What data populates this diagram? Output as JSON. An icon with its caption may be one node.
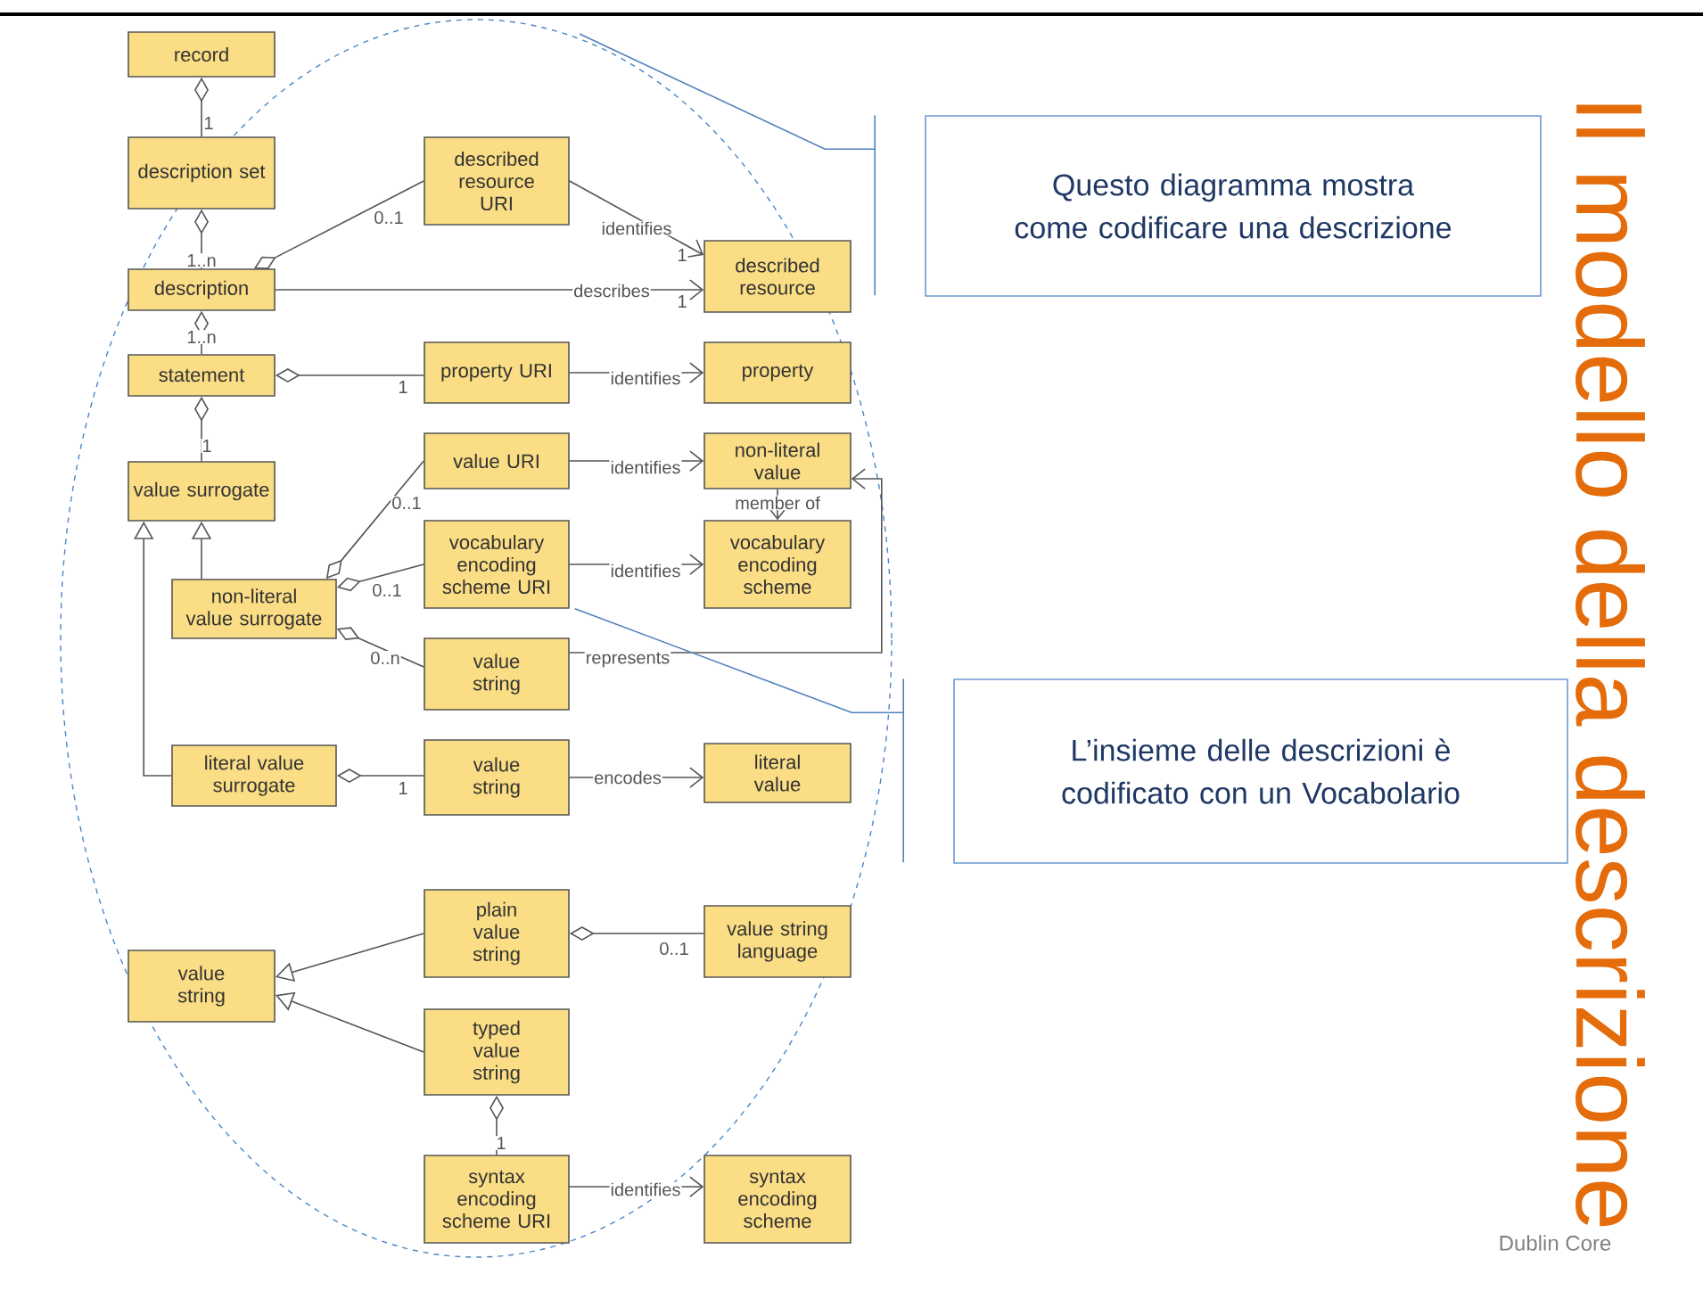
{
  "diagram": {
    "title": "Il modello della descrizione",
    "nodes": [
      {
        "text": [
          "record"
        ]
      },
      {
        "text": [
          "description set"
        ]
      },
      {
        "text": [
          "described resource URI"
        ]
      },
      {
        "text": [
          "described resource"
        ]
      },
      {
        "text": [
          "description"
        ]
      },
      {
        "text": [
          "statement"
        ]
      },
      {
        "text": [
          "property URI"
        ]
      },
      {
        "text": [
          "property"
        ]
      },
      {
        "text": [
          "value surrogate"
        ]
      },
      {
        "text": [
          "value URI"
        ]
      },
      {
        "text": [
          "non-literal value"
        ]
      },
      {
        "text": [
          "vocabulary encoding scheme URI"
        ]
      },
      {
        "text": [
          "vocabulary encoding scheme"
        ]
      },
      {
        "text": [
          "non-literal value surrogate"
        ]
      },
      {
        "text": [
          "value string"
        ]
      },
      {
        "text": [
          "literal value surrogate"
        ]
      },
      {
        "text": [
          "value string"
        ]
      },
      {
        "text": [
          "literal value"
        ]
      },
      {
        "text": [
          "value string"
        ]
      },
      {
        "text": [
          "plain value string"
        ]
      },
      {
        "text": [
          "value string language"
        ]
      },
      {
        "text": [
          "typed value string"
        ]
      },
      {
        "text": [
          "syntax encoding scheme URI"
        ]
      },
      {
        "text": [
          "syntax encoding scheme"
        ]
      },
      {
        "text": [
          "Questo diagramma mostra come codificare una descrizione"
        ]
      },
      {
        "text": [
          "L’insieme delle descrizioni è codificato con un Vocabolario"
        ]
      }
    ],
    "edges": [
      {
        "from": 0,
        "to": 1,
        "arrow": "other",
        "label": "1"
      },
      {
        "from": 1,
        "to": 4,
        "arrow": "other",
        "label": "1..n"
      },
      {
        "from": 4,
        "to": 2,
        "arrow": "other",
        "label": "0..1"
      },
      {
        "from": 2,
        "to": 3,
        "arrow": "to",
        "label": "identifies"
      },
      {
        "from": 4,
        "to": 3,
        "arrow": "to",
        "label": "describes"
      },
      {
        "from": 4,
        "to": 5,
        "arrow": "other",
        "label": "1..n"
      },
      {
        "from": 5,
        "to": 6,
        "arrow": "other",
        "label": "1"
      },
      {
        "from": 6,
        "to": 7,
        "arrow": "to",
        "label": "identifies"
      },
      {
        "from": 5,
        "to": 8,
        "arrow": "other",
        "label": "1"
      },
      {
        "from": 13,
        "to": 8,
        "arrow": "to"
      },
      {
        "from": 15,
        "to": 8,
        "arrow": "to"
      },
      {
        "from": 13,
        "to": 9,
        "arrow": "other",
        "label": "0..1"
      },
      {
        "from": 9,
        "to": 10,
        "arrow": "to",
        "label": "identifies"
      },
      {
        "from": 10,
        "to": 12,
        "arrow": "to",
        "label": "member of"
      },
      {
        "from": 13,
        "to": 11,
        "arrow": "other",
        "label": "0..1"
      },
      {
        "from": 11,
        "to": 12,
        "arrow": "to",
        "label": "identifies"
      },
      {
        "from": 13,
        "to": 14,
        "arrow": "other",
        "label": "0..n"
      },
      {
        "from": 14,
        "to": 10,
        "arrow": "to",
        "label": "represents"
      },
      {
        "from": 15,
        "to": 16,
        "arrow": "other",
        "label": "1"
      },
      {
        "from": 16,
        "to": 17,
        "arrow": "to",
        "label": "encodes"
      },
      {
        "from": 19,
        "to": 18,
        "arrow": "to"
      },
      {
        "from": 21,
        "to": 18,
        "arrow": "to"
      },
      {
        "from": 19,
        "to": 20,
        "arrow": "other",
        "label": "0..1"
      },
      {
        "from": 21,
        "to": 22,
        "arrow": "other",
        "label": "1"
      },
      {
        "from": 22,
        "to": 23,
        "arrow": "to",
        "label": "identifies"
      },
      {
        "from": 24,
        "to": null,
        "arrow": "none",
        "color": "#4f81bd"
      },
      {
        "from": 25,
        "to": 11,
        "arrow": "none",
        "color": "#4f81bd"
      }
    ],
    "labels": [
      "1",
      "1",
      "Dublin Core"
    ]
  }
}
